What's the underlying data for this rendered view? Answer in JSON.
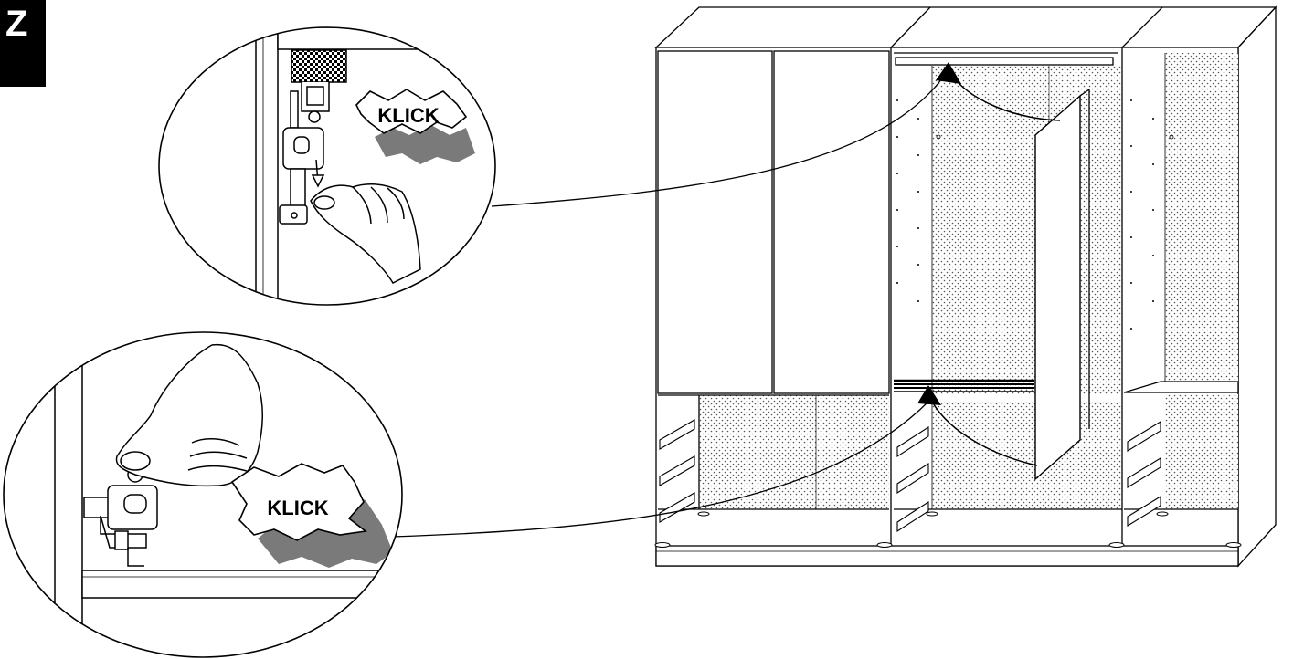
{
  "step": {
    "label": "Z"
  },
  "callouts": {
    "top_sound": "KLICK",
    "bottom_sound": "KLICK"
  },
  "colors": {
    "ink": "#000000",
    "paper": "#ffffff",
    "shadow": "#7a7a7a",
    "panel_dots": "#555555"
  }
}
